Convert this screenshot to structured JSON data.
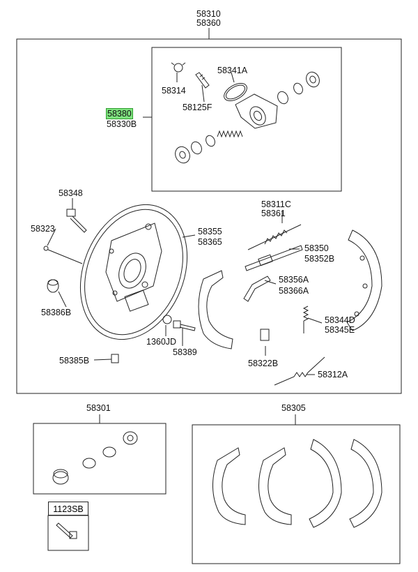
{
  "assembly_labels": {
    "top_1": "58310",
    "top_2": "58360",
    "kit_1": "58301",
    "kit_2": "58305"
  },
  "labels": {
    "l58341A": "58341A",
    "l58314": "58314",
    "l58125F": "58125F",
    "l58380": "58380",
    "l58330B": "58330B",
    "l58348": "58348",
    "l58323": "58323",
    "l58355": "58355",
    "l58365": "58365",
    "l58386B": "58386B",
    "l1360JD": "1360JD",
    "l58389": "58389",
    "l58385B": "58385B",
    "l58311C": "58311C",
    "l58361": "58361",
    "l58350": "58350",
    "l58352B": "58352B",
    "l58356A": "58356A",
    "l58366A": "58366A",
    "l58344D": "58344D",
    "l58345E": "58345E",
    "l58322B": "58322B",
    "l58312A": "58312A",
    "l1123SB": "1123SB"
  },
  "colors": {
    "line": "#222222",
    "highlight": "#7ee27e",
    "highlight_border": "#2f9e2f"
  }
}
